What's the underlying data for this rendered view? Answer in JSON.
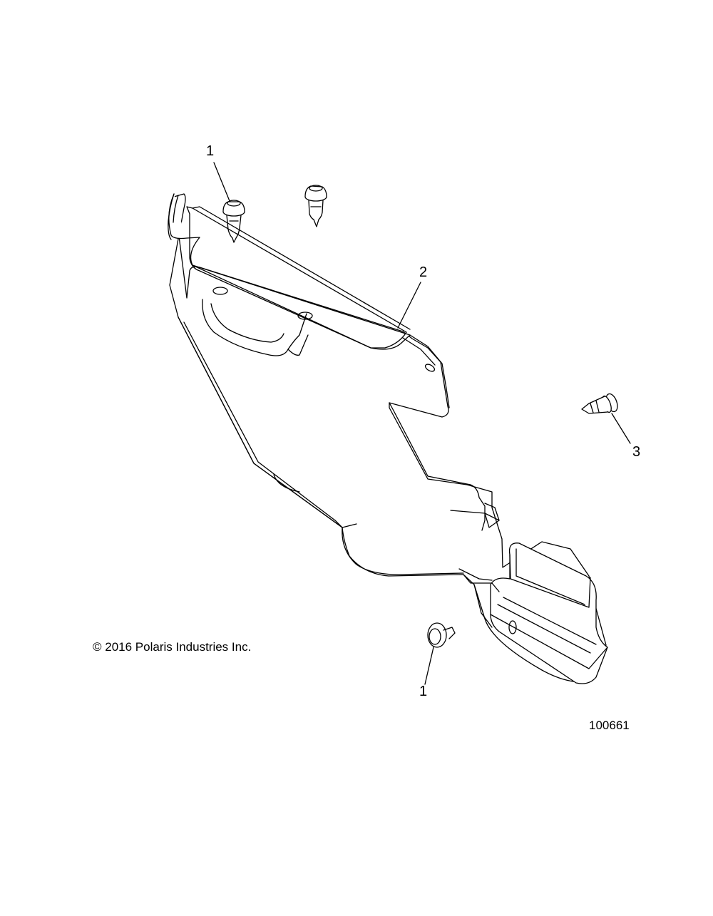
{
  "callouts": {
    "fastener_top_left": "1",
    "panel": "2",
    "screw": "3",
    "fastener_bottom": "1"
  },
  "copyright": "© 2016 Polaris Industries Inc.",
  "figure_number": "100661",
  "colors": {
    "line": "#000000",
    "background": "#ffffff"
  }
}
